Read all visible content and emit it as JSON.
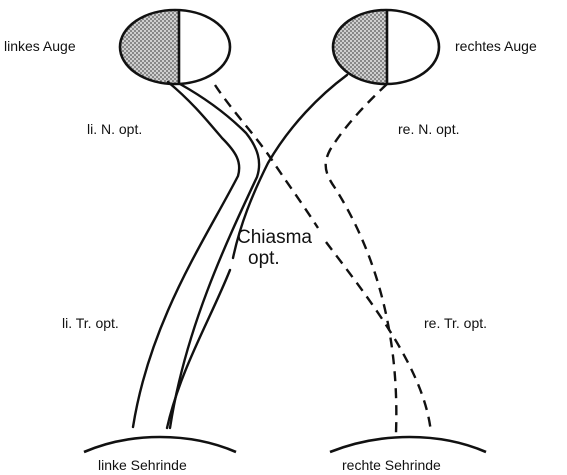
{
  "labels": {
    "left_eye": "linkes Auge",
    "right_eye": "rechtes Auge",
    "left_optic_nerve": "li. N. opt.",
    "right_optic_nerve": "re. N. opt.",
    "chiasma_line1": "Chiasma",
    "chiasma_line2": "opt.",
    "left_optic_tract": "li. Tr. opt.",
    "right_optic_tract": "re. Tr. opt.",
    "left_cortex": "linke Sehrinde",
    "right_cortex": "rechte Sehrinde"
  },
  "colors": {
    "ink": "#111111",
    "shaded_retina": "#8c8c8c"
  }
}
